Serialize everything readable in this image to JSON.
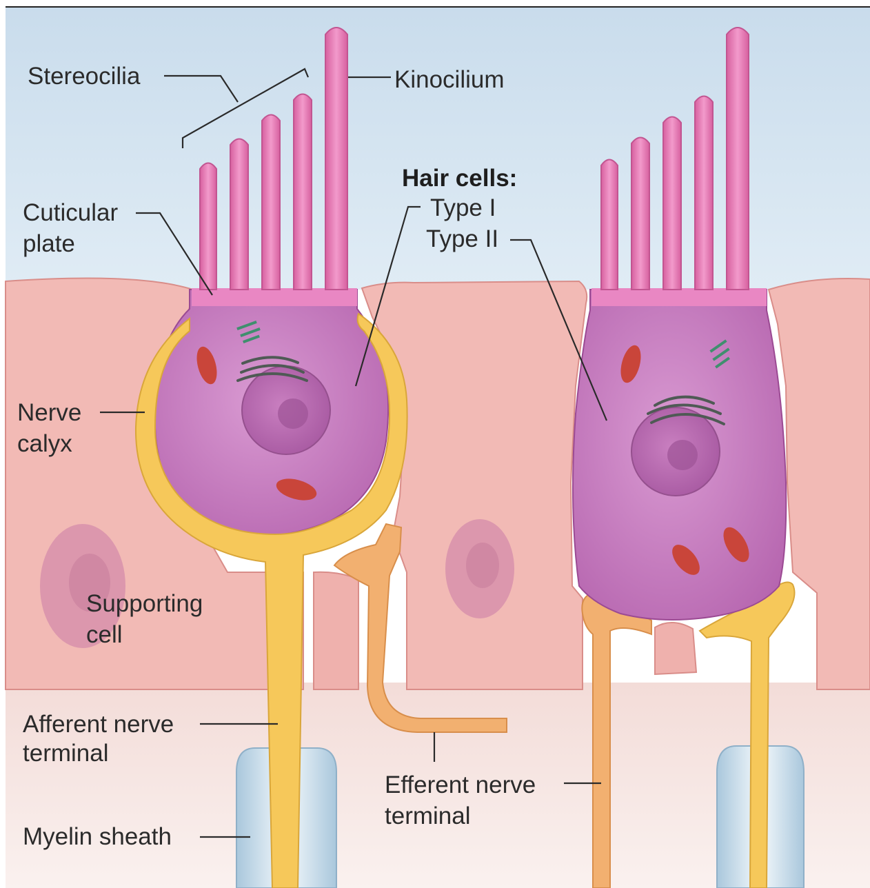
{
  "labels": {
    "stereocilia": "Stereocilia",
    "kinocilium": "Kinocilium",
    "hair_cells_heading": "Hair cells:",
    "type_i": "Type I",
    "type_ii": "Type II",
    "cuticular_plate": [
      "Cuticular",
      "plate"
    ],
    "nerve_calyx": [
      "Nerve",
      "calyx"
    ],
    "supporting_cell": [
      "Supporting",
      "cell"
    ],
    "afferent_nerve_terminal": [
      "Afferent nerve",
      "terminal"
    ],
    "efferent_nerve_terminal": [
      "Efferent nerve",
      "terminal"
    ],
    "myelin_sheath": "Myelin sheath"
  },
  "colors": {
    "endolymph_blue": "#d6e6f2",
    "supporting_cell_pink": "#f2b9b4",
    "hair_cell_purple": "#c97bc2",
    "stereocilia_pink": "#e47cb6",
    "nerve_yellow": "#f6c85a",
    "efferent_orange": "#f2b070",
    "myelin_blue": "#cfe3f0",
    "mitochondria_red": "#c9453a",
    "golgi_green": "#3f8f6e"
  }
}
